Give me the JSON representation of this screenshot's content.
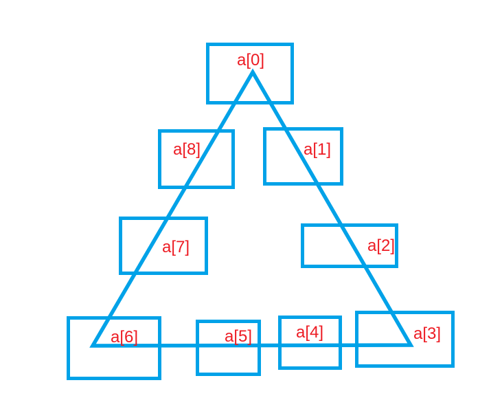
{
  "diagram": {
    "description": "triangle with array element boxes",
    "boxes": [
      {
        "id": "a0",
        "label": "a[0]"
      },
      {
        "id": "a1",
        "label": "a[1]"
      },
      {
        "id": "a2",
        "label": "a[2]"
      },
      {
        "id": "a3",
        "label": "a[3]"
      },
      {
        "id": "a4",
        "label": "a[4]"
      },
      {
        "id": "a5",
        "label": "a[5]"
      },
      {
        "id": "a6",
        "label": "a[6]"
      },
      {
        "id": "a7",
        "label": "a[7]"
      },
      {
        "id": "a8",
        "label": "a[8]"
      }
    ]
  },
  "colors": {
    "shape": "#00A2E8",
    "label": "#ED1C24",
    "background": "#FFFFFF"
  }
}
